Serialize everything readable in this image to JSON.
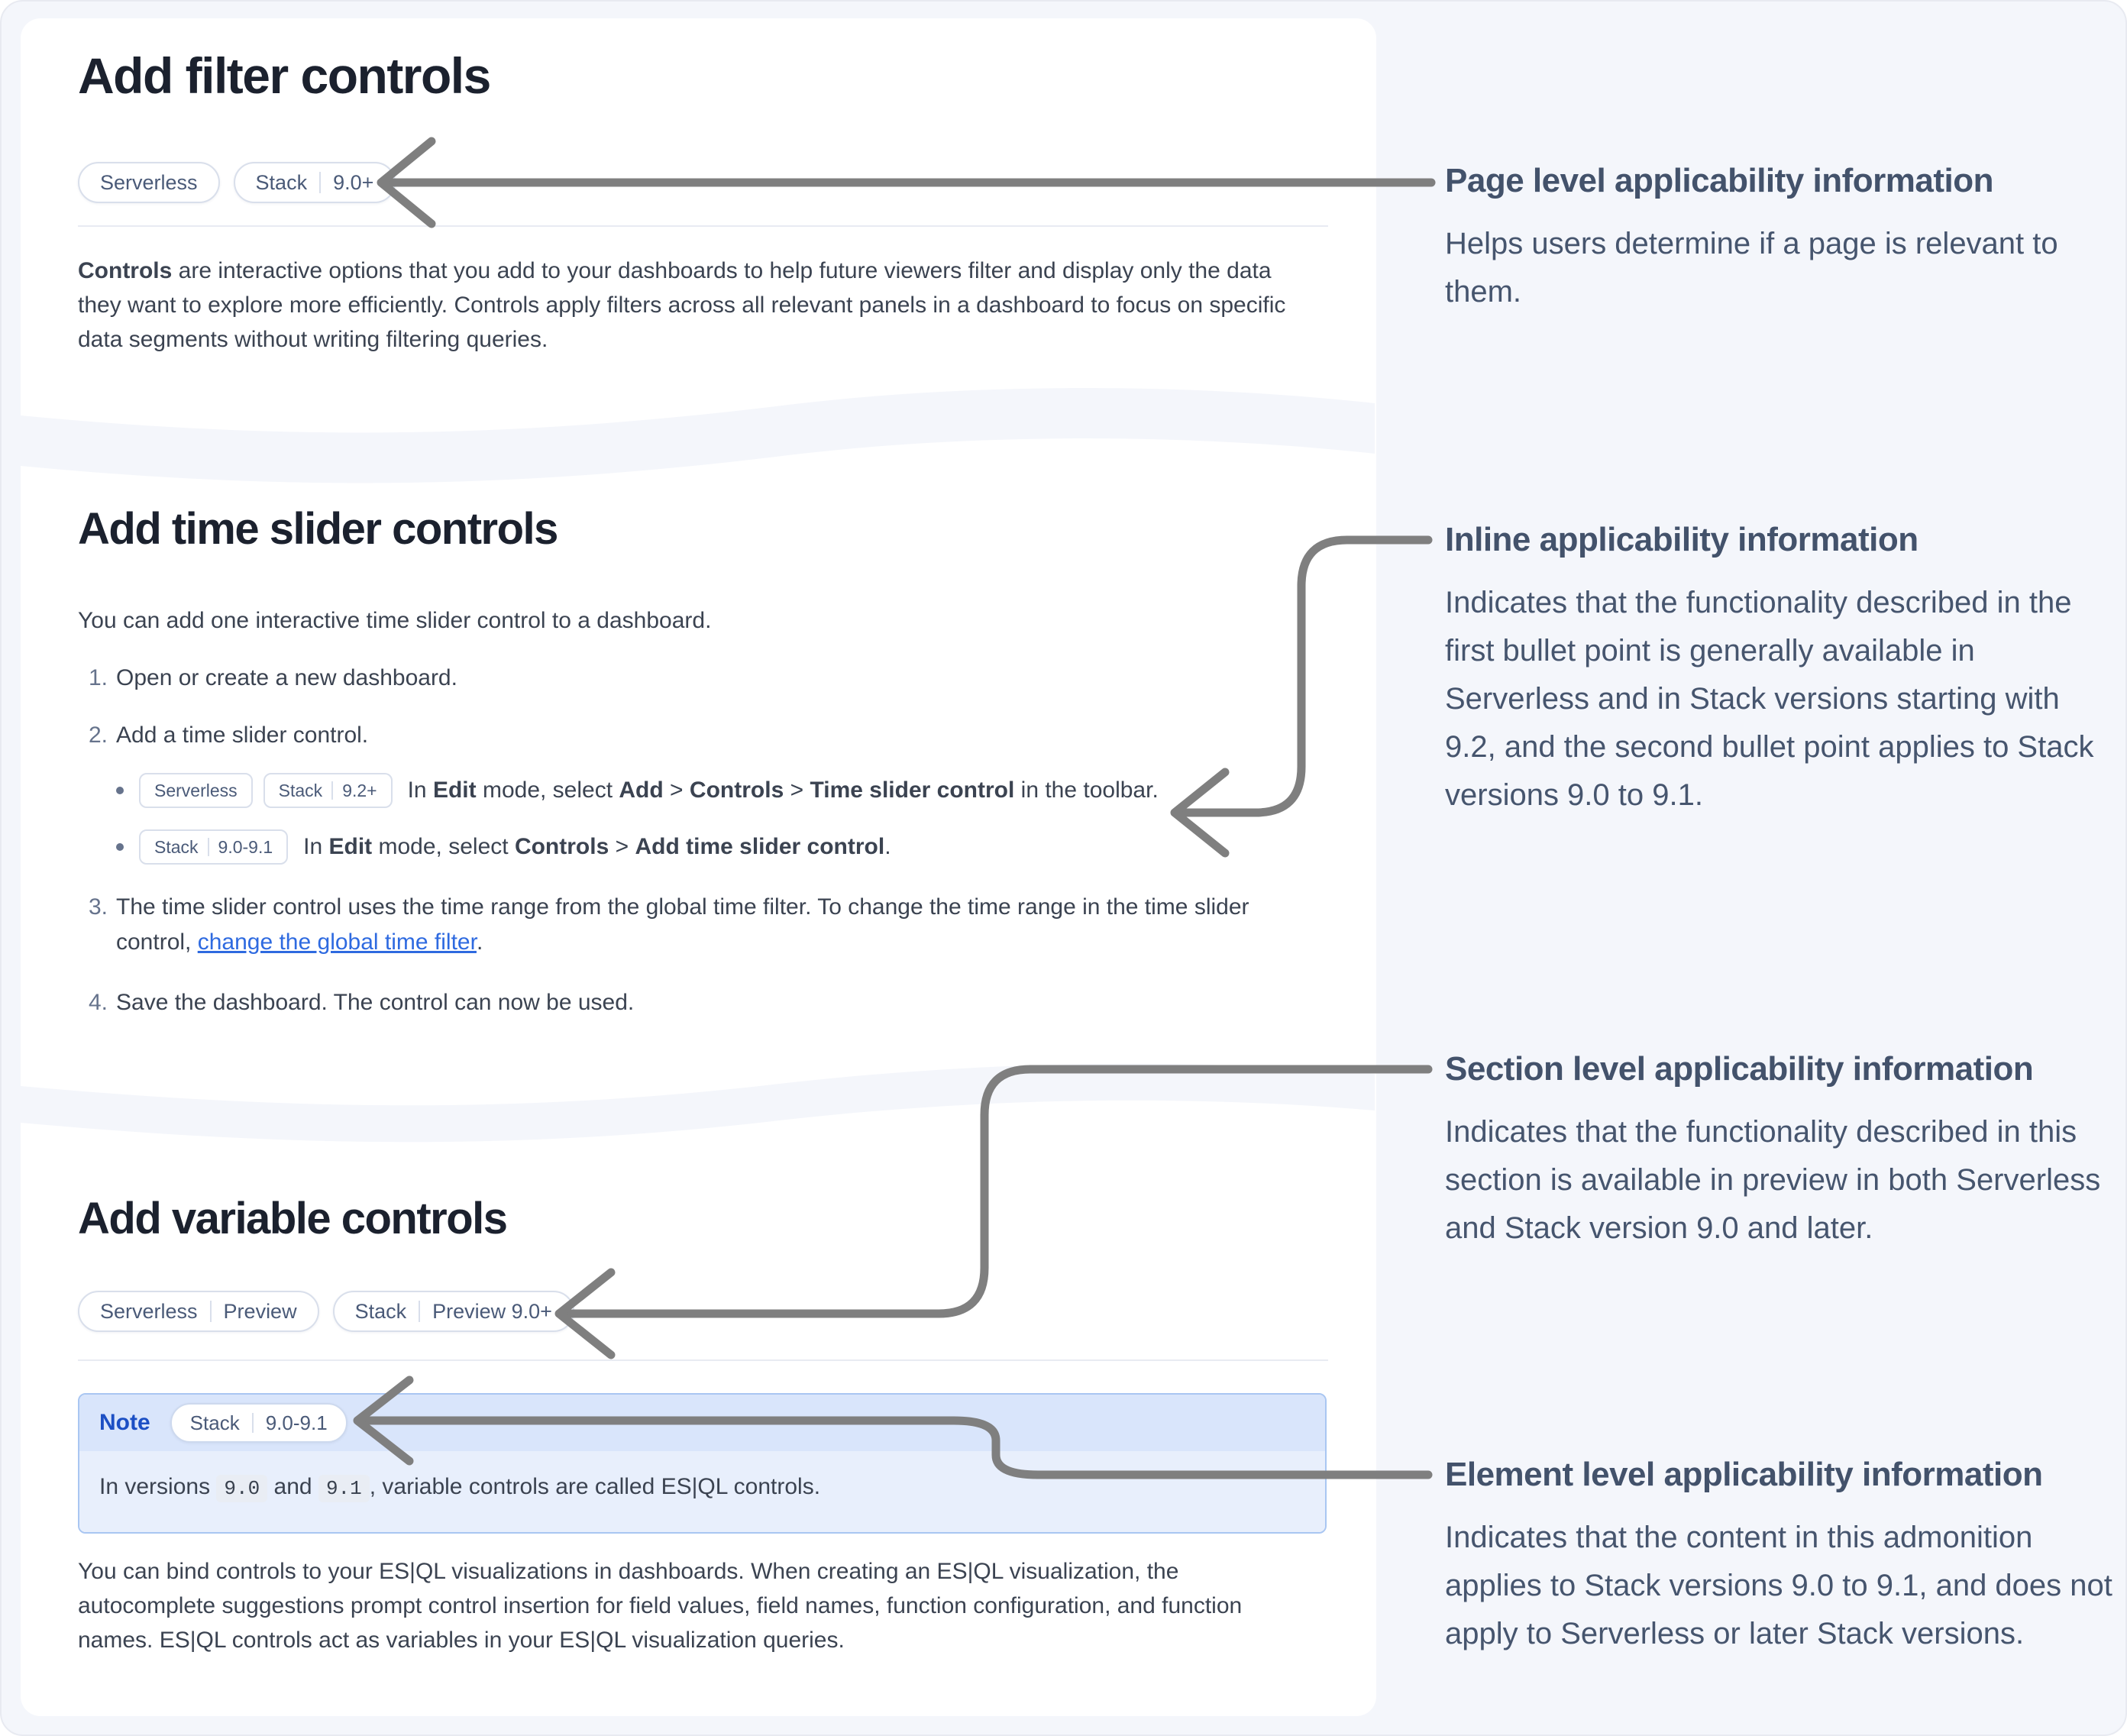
{
  "theme": {
    "bg": "#f4f6fb",
    "card": "#ffffff",
    "title": "#1b212e",
    "body": "#3b4351",
    "muted": "#66738c",
    "badge_text": "#4a5a78",
    "badge_border": "#d9dfeb",
    "rule": "#e8ebf2",
    "arrow": "#7f7f7f",
    "link": "#2e6ae0",
    "note_border": "#a9c6f2",
    "note_header_bg": "#d9e5fb",
    "note_body_bg": "#e8effc",
    "note_label": "#1c4fc4",
    "code_bg": "#e9edf4",
    "ann_heading": "#43526b",
    "ann_body": "#46556e"
  },
  "card1": {
    "title": "Add filter controls",
    "badges": [
      {
        "segments": [
          "Serverless"
        ]
      },
      {
        "segments": [
          "Stack",
          "9.0+"
        ]
      }
    ],
    "paragraph": {
      "bold": "Controls",
      "rest": " are interactive options that you add to your dashboards to help future viewers filter and display only the data they want to explore more efficiently. Controls apply filters across all relevant panels in a dashboard to focus on specific data segments without writing filtering queries."
    }
  },
  "card2": {
    "title": "Add time slider controls",
    "intro": "You can add one interactive time slider control to a dashboard.",
    "steps": {
      "n1": "1.",
      "s1": "Open or create a new dashboard.",
      "n2": "2.",
      "s2": "Add a time slider control.",
      "n3": "3.",
      "s3_pre": "The time slider control uses the time range from the global time filter. To change the time range in the time slider control, ",
      "s3_link": "change the global time filter",
      "s3_post": ".",
      "n4": "4.",
      "s4": "Save the dashboard. The control can now be used."
    },
    "bullet1": {
      "badges": [
        {
          "segments": [
            "Serverless"
          ]
        },
        {
          "segments": [
            "Stack",
            "9.2+"
          ]
        }
      ],
      "segments": [
        {
          "t": "In ",
          "b": false
        },
        {
          "t": "Edit",
          "b": true
        },
        {
          "t": " mode, select ",
          "b": false
        },
        {
          "t": "Add",
          "b": true
        },
        {
          "t": " > ",
          "b": false
        },
        {
          "t": "Controls",
          "b": true
        },
        {
          "t": " > ",
          "b": false
        },
        {
          "t": "Time slider control",
          "b": true
        },
        {
          "t": " in the toolbar.",
          "b": false
        }
      ]
    },
    "bullet2": {
      "badges": [
        {
          "segments": [
            "Stack",
            "9.0-9.1"
          ]
        }
      ],
      "segments": [
        {
          "t": "In ",
          "b": false
        },
        {
          "t": "Edit",
          "b": true
        },
        {
          "t": " mode, select ",
          "b": false
        },
        {
          "t": "Controls",
          "b": true
        },
        {
          "t": " > ",
          "b": false
        },
        {
          "t": "Add time slider control",
          "b": true
        },
        {
          "t": ".",
          "b": false
        }
      ]
    }
  },
  "card3": {
    "title": "Add variable controls",
    "badges": [
      {
        "segments": [
          "Serverless",
          "Preview"
        ]
      },
      {
        "segments": [
          "Stack",
          "Preview 9.0+"
        ]
      }
    ],
    "note": {
      "label": "Note",
      "badge": {
        "segments": [
          "Stack",
          "9.0-9.1"
        ]
      },
      "body_pre": "In versions ",
      "code1": "9.0",
      "body_mid": " and ",
      "code2": "9.1",
      "body_post": ", variable controls are called ES|QL controls."
    },
    "paragraph": "You can bind controls to your ES|QL visualizations in dashboards. When creating an ES|QL visualization, the autocomplete suggestions prompt control insertion for field values, field names, function configuration, and function names. ES|QL controls act as variables in your ES|QL visualization queries."
  },
  "annotations": [
    {
      "title": "Page level applicability information",
      "body": "Helps users determine if a page is relevant to them."
    },
    {
      "title": "Inline applicability information",
      "body": "Indicates that the functionality described in the first bullet point is generally available in Serverless and in Stack versions starting with 9.2, and the second bullet point applies to Stack versions 9.0 to 9.1."
    },
    {
      "title": "Section level applicability information",
      "body": "Indicates that the functionality described in this section is available in preview in both Serverless and Stack version 9.0 and later."
    },
    {
      "title": "Element level applicability information",
      "body": "Indicates that the content in this admonition applies to Stack versions 9.0 to 9.1, and does not apply to Serverless or later Stack versions."
    }
  ]
}
